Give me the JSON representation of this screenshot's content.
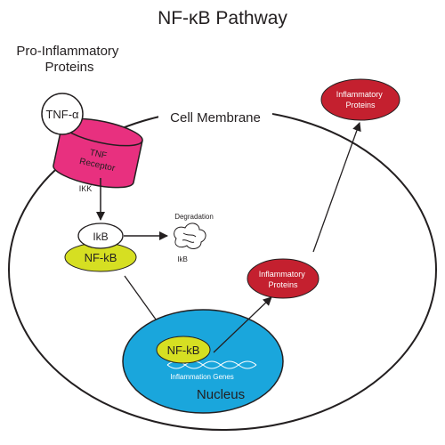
{
  "title": "NF-κB Pathway",
  "pro_inflammatory": {
    "line1": "Pro-Inflammatory",
    "line2": "Proteins"
  },
  "tnf_alpha": "TNF-α",
  "tnf_receptor": {
    "line1": "TNF",
    "line2": "Receptor"
  },
  "cell_membrane": "Cell Membrane",
  "ikk": "IKK",
  "ikb": "IkB",
  "nfkb_complex": "NF-kB",
  "degradation": "Degradation",
  "degraded_ikb": "IkB",
  "nucleus": "Nucleus",
  "nfkb_nucleus": "NF-kB",
  "inflammation_genes": "Inflammation Genes",
  "inflammatory_proteins_inner": {
    "line1": "Inflammatory",
    "line2": "Proteins"
  },
  "inflammatory_proteins_outer": {
    "line1": "Inflammatory",
    "line2": "Proteins"
  },
  "colors": {
    "receptor": "#e8307f",
    "nfkb": "#d6df22",
    "nucleus": "#1aa6dc",
    "inflammatory_protein": "#c4202f",
    "line": "#231f20"
  }
}
